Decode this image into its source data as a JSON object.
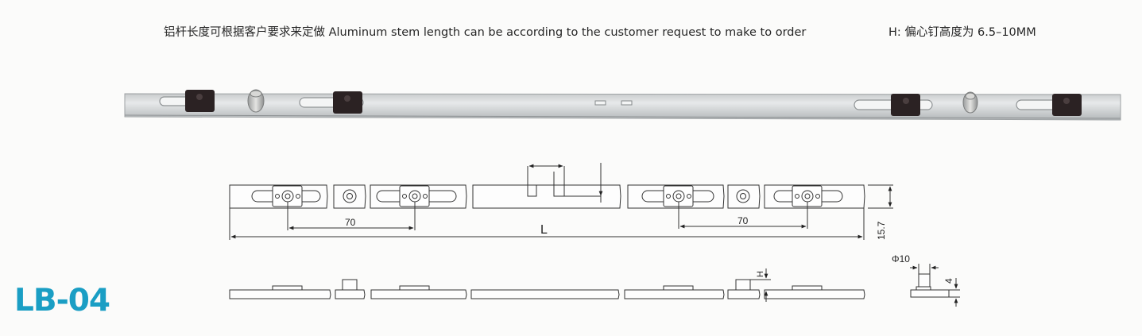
{
  "header": {
    "description": "铝杆长度可根据客户要求来定做 Aluminum stem length can be according to the customer request to make to order",
    "height_note": "H: 偏心钉高度为 6.5–10MM"
  },
  "product": {
    "model_code": "LB-04",
    "model_color": "#1a9ec4"
  },
  "drawing": {
    "dim_left_spacing": "70",
    "dim_right_spacing": "70",
    "dim_length": "L",
    "dim_width": "15.7",
    "dim_height": "H",
    "dim_diameter": "Φ10",
    "dim_pin_height": "4"
  }
}
